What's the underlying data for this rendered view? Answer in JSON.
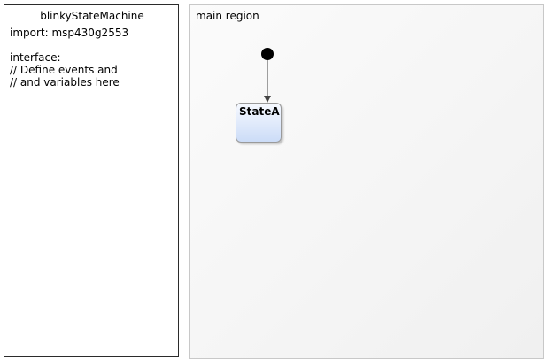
{
  "definition": {
    "title": "blinkyStateMachine",
    "body": "import: msp430g2553\n\ninterface:\n// Define events and\n// and variables here"
  },
  "region": {
    "label": "main region"
  },
  "states": [
    {
      "name": "StateA"
    }
  ],
  "transitions": [
    {
      "from": "entry",
      "to": "StateA"
    }
  ],
  "colors": {
    "state_fill_top": "#f6f9ff",
    "state_fill_bottom": "#ccdcf7",
    "state_border": "#9a9a9a",
    "region_fill": "#f2f2f2",
    "entry_node": "#000000",
    "transition_line": "#444444"
  }
}
